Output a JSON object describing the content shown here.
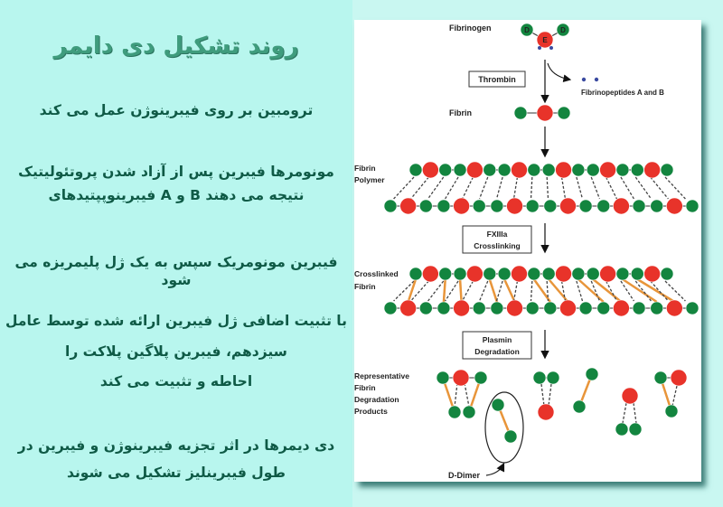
{
  "slide": {
    "title": "روند تشکیل دی دایمر",
    "lines": [
      "ترومبین بر روی فیبرینوژن عمل می کند",
      "مونومرها فیبرین پس از آزاد شدن پروتئولیتیک",
      "نتیجه می دهند B و A فیبرینوپپتیدهای",
      "فیبرین مونومریک سپس به یک ژل پلیمریزه می شود",
      "با تثبیت اضافی ژل فیبرین ارائه شده توسط عامل",
      "سیزدهم، فیبرین پلاگین پلاکت را",
      "احاطه و تثبیت می کند",
      "دی دیمرها در اثر تجزیه فیبرینوژن و فیبرین در",
      "طول فیبرینلیز تشکیل می شوند"
    ]
  },
  "diagram": {
    "fibrinogen": "Fibrinogen",
    "domain_d": "D",
    "domain_e": "E",
    "thrombin": "Thrombin",
    "fibrinopeptides": "Fibrinopeptides A and B",
    "fibrin": "Fibrin",
    "fibrin_polymer": [
      "Fibrin",
      "Polymer"
    ],
    "fxiiia": [
      "FXIIIa",
      "Crosslinking"
    ],
    "crosslinked": [
      "Crosslinked",
      "Fibrin"
    ],
    "plasmin": [
      "Plasmin",
      "Degradation"
    ],
    "products": [
      "Representative",
      "Fibrin",
      "Degradation",
      "Products"
    ],
    "d_dimer": "D-Dimer",
    "colors": {
      "green": "#13853f",
      "red": "#e8332a",
      "orange": "#e8953a",
      "blue": "#3a4aa0"
    }
  }
}
